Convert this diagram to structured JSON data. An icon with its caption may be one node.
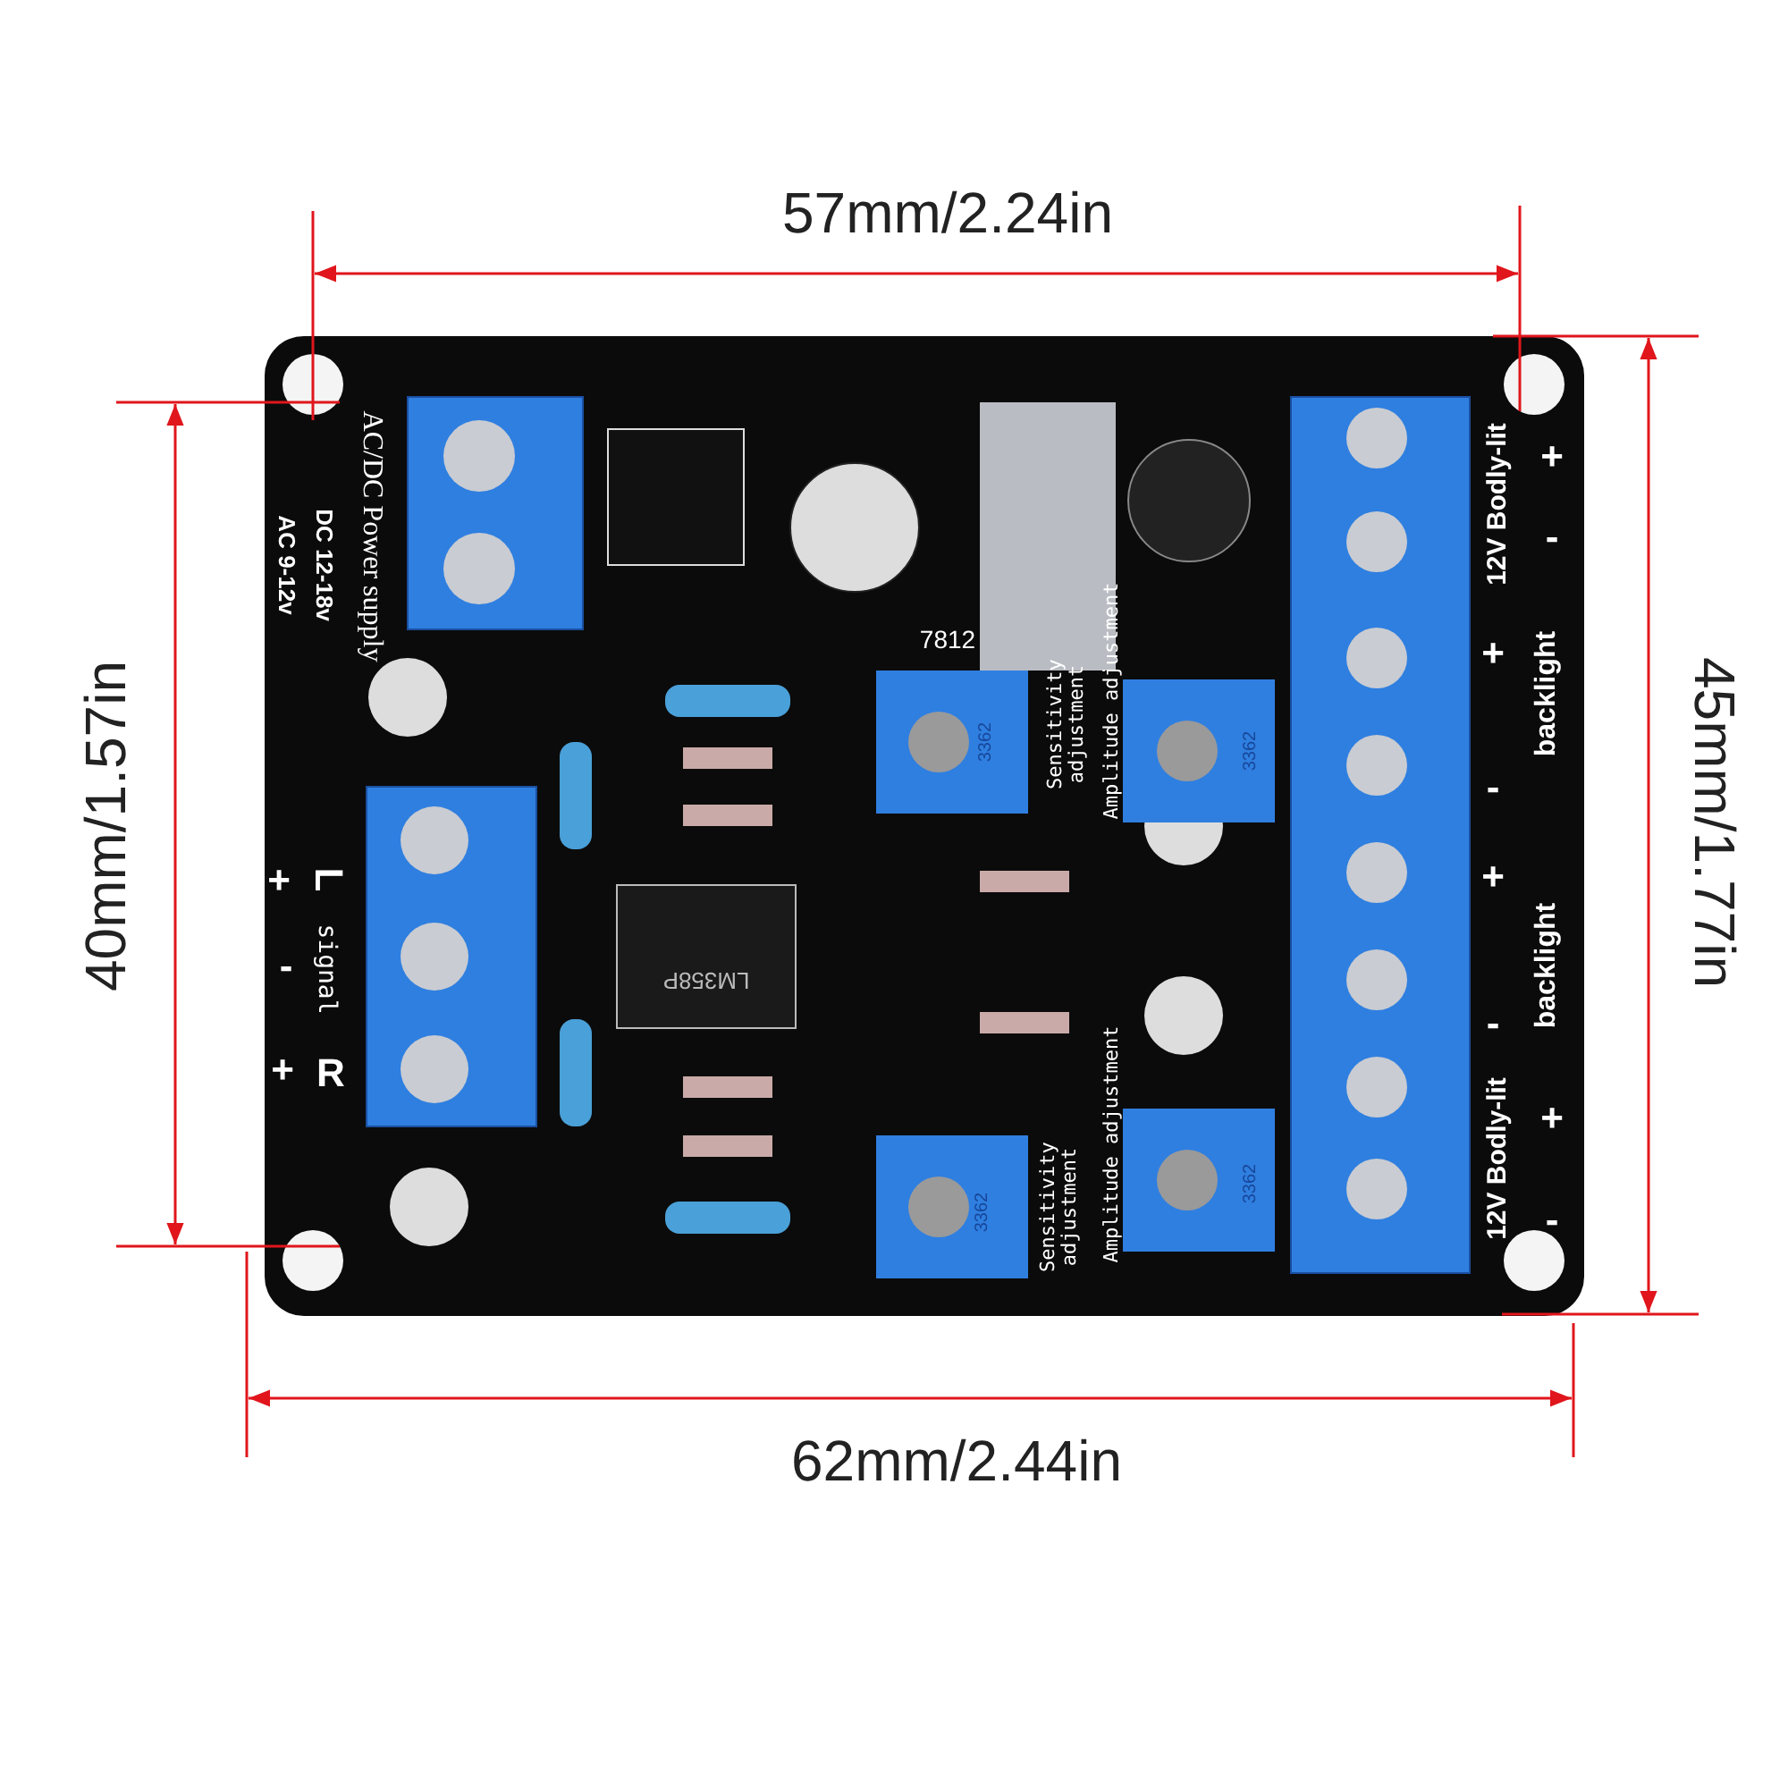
{
  "diagram": {
    "labels": [
      "57mm/2.24in",
      "AC/DC Power supply",
      "DC 12-18v",
      "AC 9-12v",
      "12V Bodly-lit",
      "+",
      "-",
      "7812",
      "Sensitivity adjustment",
      "3362",
      "Amplitude adjustment",
      "3362",
      "+",
      "backlight",
      "-",
      "+",
      "backlight",
      "-",
      "+",
      "L",
      "-",
      "signal",
      "+",
      "R",
      "LM358P",
      "Sensitivity adjustment",
      "3362",
      "Amplitude adjustment",
      "3362",
      "12V Bodly-lit",
      "+",
      "-",
      "40mm/1.57in",
      "45mm/1.77in",
      "62mm/2.44in"
    ]
  }
}
